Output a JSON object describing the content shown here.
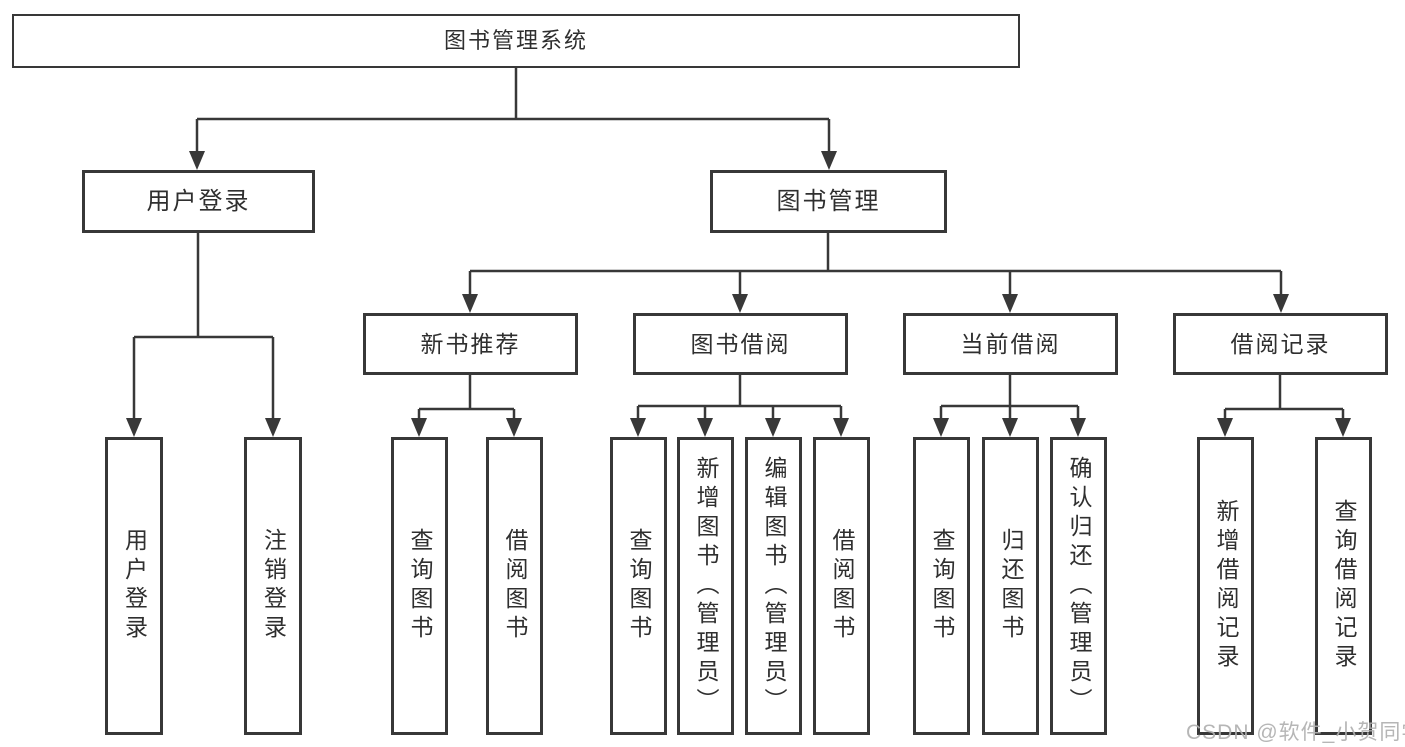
{
  "diagram": {
    "title": "图书管理系统",
    "colors": {
      "line": "#383838",
      "text": "#2f2f2f",
      "background": "#ffffff",
      "watermark": "#b0b0b0"
    },
    "nodes": {
      "root": "图书管理系统",
      "user_login": "用户登录",
      "book_mgmt": "图书管理",
      "login": "用户登录",
      "logout": "注销登录",
      "new_book_rec": "新书推荐",
      "book_borrow": "图书借阅",
      "current_borrow": "当前借阅",
      "borrow_records": "借阅记录",
      "nb_query": "查询图书",
      "nb_borrow": "借阅图书",
      "bb_query": "查询图书",
      "bb_add": "新增图书（管理员）",
      "bb_edit": "编辑图书（管理员）",
      "bb_borrow": "借阅图书",
      "cb_query": "查询图书",
      "cb_return": "归还图书",
      "cb_confirm": "确认归还（管理员）",
      "br_add": "新增借阅记录",
      "br_query": "查询借阅记录"
    },
    "watermark": "CSDN @软件_小贺同学"
  }
}
